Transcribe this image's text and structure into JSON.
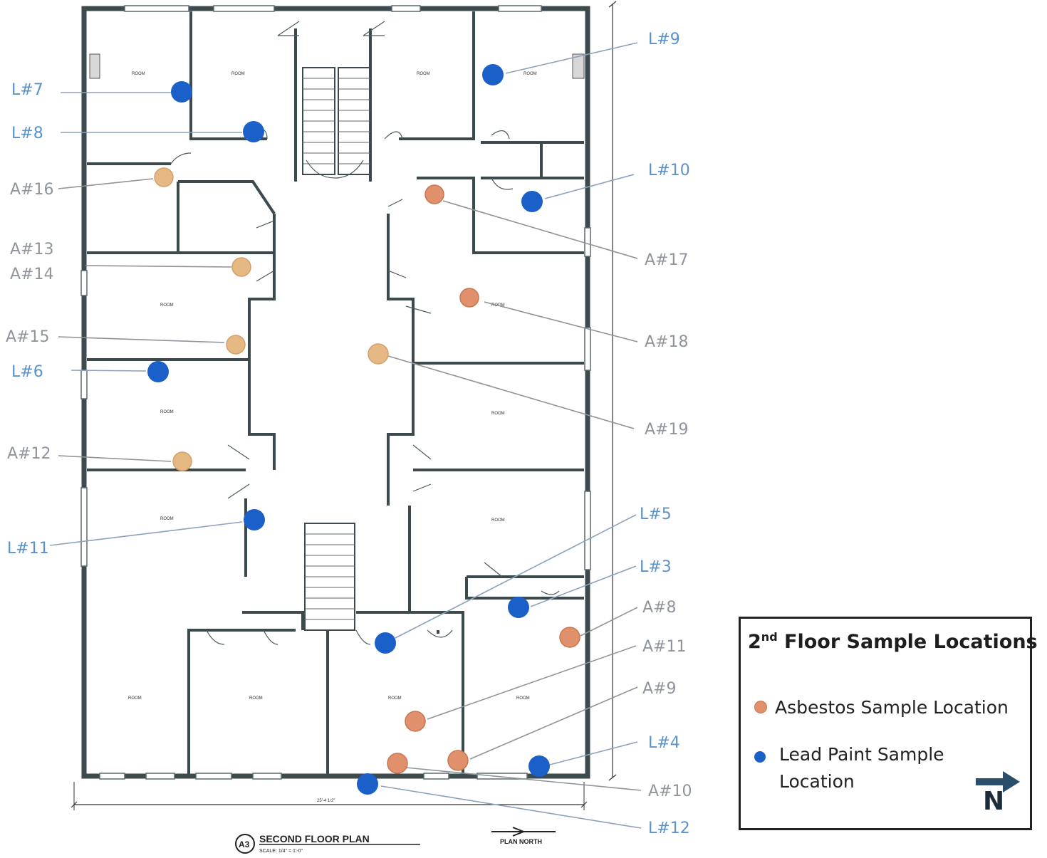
{
  "plan": {
    "title": "SECOND FLOOR PLAN",
    "scale": "SCALE: 1/4\" = 1'-0\"",
    "sheet_id": "A3",
    "north_note": "PLAN NORTH",
    "width_dimension": "25'-4 1/2\"",
    "room_tag": "ROOM"
  },
  "labels": {
    "l7": "L#7",
    "l8": "L#8",
    "a16": "A#16",
    "a13": "A#13",
    "a14": "A#14",
    "a15": "A#15",
    "l6": "L#6",
    "a12": "A#12",
    "l11": "L#11",
    "l9": "L#9",
    "l10": "L#10",
    "a17": "A#17",
    "a18": "A#18",
    "a19": "A#19",
    "l5": "L#5",
    "l3": "L#3",
    "a8": "A#8",
    "a11": "A#11",
    "a9": "A#9",
    "l4": "L#4",
    "a10": "A#10",
    "l12": "L#12"
  },
  "legend": {
    "title_prefix": "2",
    "title_sup": "nd",
    "title_rest": " Floor Sample Locations",
    "asbestos_label": "Asbestos Sample Location",
    "lead_label_line1": "Lead Paint Sample",
    "lead_label_line2": "Location",
    "north_label": "N"
  },
  "colors": {
    "lead_dot": "#1b5fc9",
    "asbestos_dot": "#e0906a",
    "lead_label": "#5b93c9",
    "asbestos_label": "#8f959b"
  }
}
